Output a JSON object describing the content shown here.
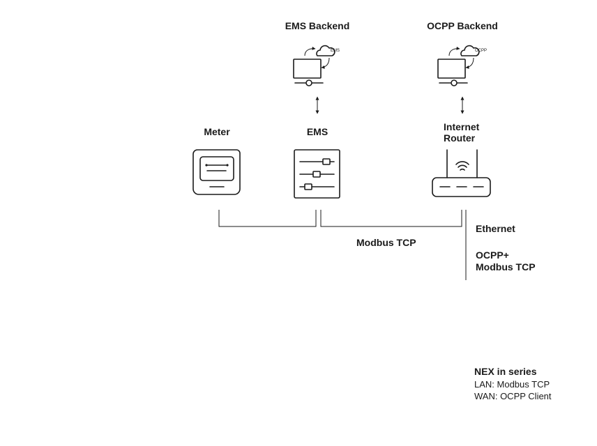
{
  "nodes": {
    "ems_backend": {
      "label": "EMS Backend",
      "cloud_tag": "EMS"
    },
    "ocpp_backend": {
      "label": "OCPP Backend",
      "cloud_tag": "OCPP"
    },
    "meter": {
      "label": "Meter"
    },
    "ems": {
      "label": "EMS"
    },
    "router": {
      "label_line1": "Internet",
      "label_line2": "Router"
    }
  },
  "connections": {
    "modbus_tcp": "Modbus TCP",
    "ethernet": "Ethernet",
    "ocpp_line1": "OCPP+",
    "ocpp_line2": "Modbus TCP"
  },
  "legend": {
    "title": "NEX in series",
    "line1": "LAN: Modbus TCP",
    "line2": "WAN: OCPP Client"
  }
}
